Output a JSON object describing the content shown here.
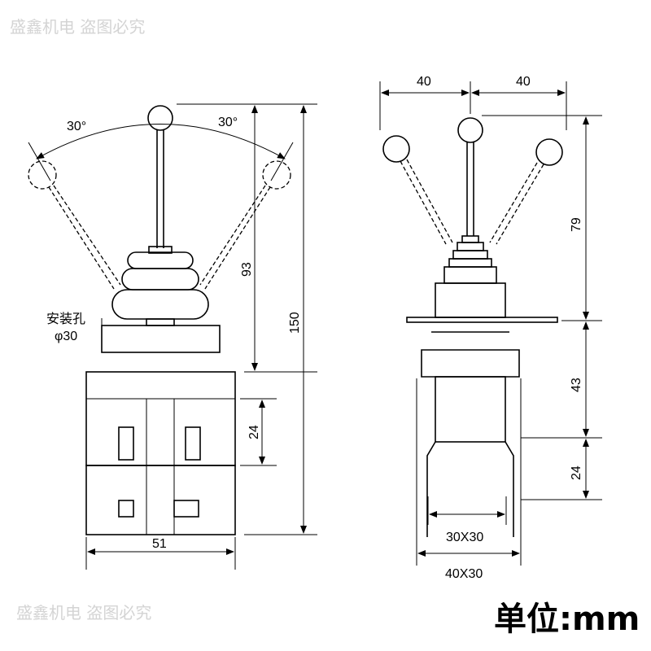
{
  "watermark": "盛鑫机电 盗图必究",
  "left_view": {
    "angle_left": "30°",
    "angle_right": "30°",
    "mount_hole_label": "安装孔",
    "mount_hole_size": "φ30",
    "dim_93": "93",
    "dim_150": "150",
    "dim_24": "24",
    "dim_51": "51"
  },
  "right_view": {
    "dim_40_left": "40",
    "dim_40_right": "40",
    "dim_79": "79",
    "dim_43": "43",
    "dim_24": "24",
    "dim_30x30": "30X30",
    "dim_40x30": "40X30"
  },
  "unit_label": "单位:mm"
}
